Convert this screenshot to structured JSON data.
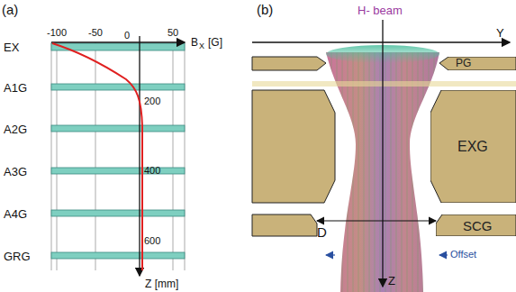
{
  "diagram": {
    "nodes": [
      {
        "text": [
          "PG"
        ]
      },
      {
        "text": [
          "EXG"
        ]
      },
      {
        "text": [
          "SCG"
        ]
      }
    ],
    "labels": [
      "(a)",
      "(b)",
      "EX",
      "A1G",
      "A2G",
      "A3G",
      "A4G",
      "GRG",
      "-100",
      "-50",
      "0",
      "50",
      "200",
      "400",
      "600",
      "B",
      "X",
      "[G]",
      "Z [mm]",
      "H- beam",
      "Y",
      "D",
      "Offset",
      "Z"
    ]
  }
}
